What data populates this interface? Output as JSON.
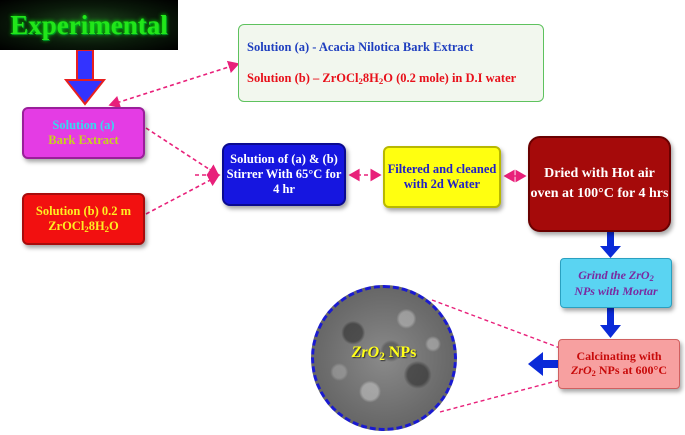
{
  "title": "Experimental",
  "solutions_box": {
    "line_a": "Solution (a) - Acacia Nilotica Bark Extract",
    "line_b_prefix": "Solution (b) – ZrOCl",
    "line_b_sub1": "2",
    "line_b_mid": "8H",
    "line_b_sub2": "2",
    "line_b_suffix": "O (0.2 mole) in D.I water"
  },
  "solution_a": {
    "line1": "Solution (a)",
    "line2": "Bark Extract"
  },
  "solution_b": {
    "line1": "Solution (b) 0.2 m",
    "line2_prefix": "ZrOCl",
    "line2_sub1": "2",
    "line2_mid": "8H",
    "line2_sub2": "2",
    "line2_suffix": "O"
  },
  "stirrer": {
    "text": "Solution of (a) & (b) Stirrer With 65°C for 4 hr"
  },
  "filter": {
    "text": "Filtered and cleaned with 2d Water"
  },
  "dried": {
    "text": "Dried with Hot air oven at 100°C for 4 hrs"
  },
  "grind": {
    "prefix": "Grind the ZrO",
    "sub": "2",
    "line2": "NPs with Mortar"
  },
  "calcinate": {
    "line1": "Calcinating with",
    "formula": "ZrO",
    "sub": "2",
    "suffix": " NPs at 600°C"
  },
  "np_image": {
    "formula": "ZrO",
    "sub": "2",
    "suffix": " NPs"
  },
  "colors": {
    "arrow_blue": "#0a2ad8",
    "dashed_pink": "#e8207a",
    "title_green": "#22e61a"
  }
}
